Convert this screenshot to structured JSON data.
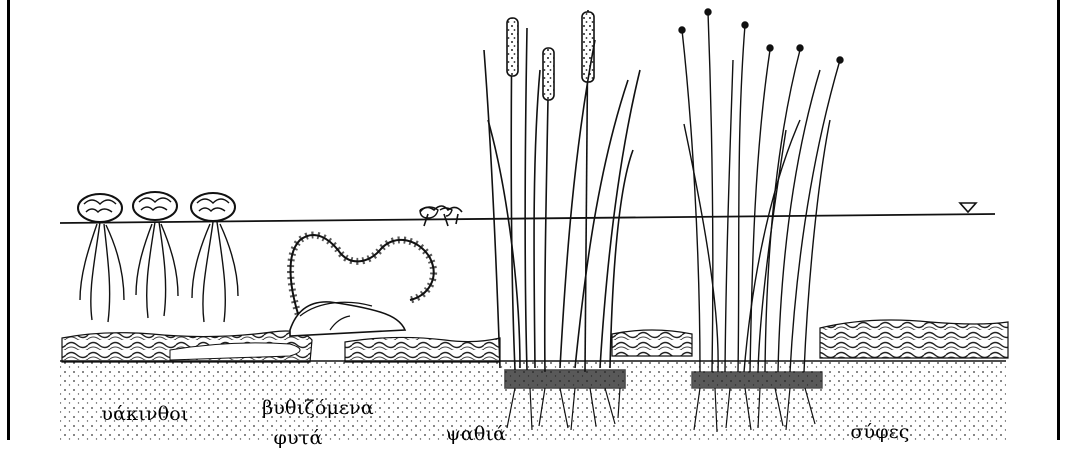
{
  "diagram": {
    "labels": {
      "hyacinths": "υάκινθοι",
      "submerged_line1": "βυθιζόμενα",
      "submerged_line2": "φυτά",
      "cattails": "ψαθιά",
      "bulrushes": "σύφες"
    }
  }
}
